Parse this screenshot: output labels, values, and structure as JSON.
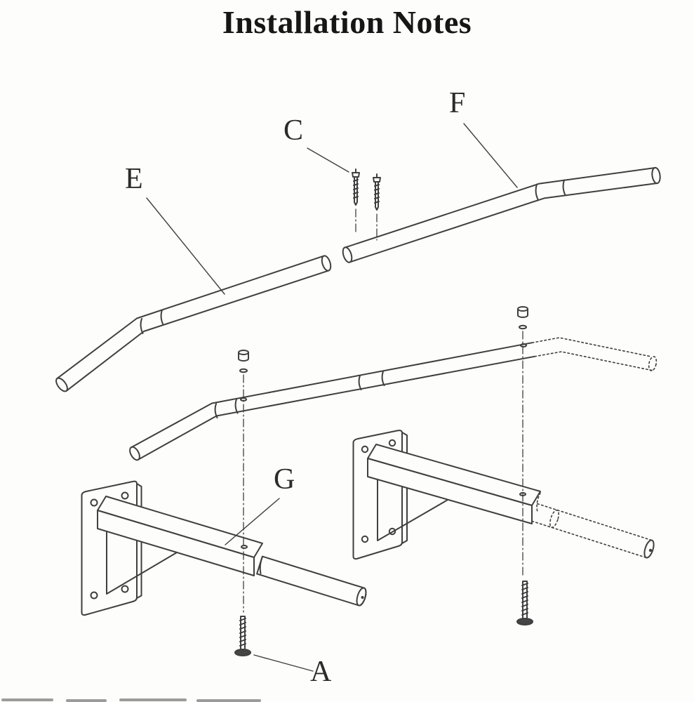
{
  "title": "Installation Notes",
  "parts": {
    "c": {
      "label": "C"
    },
    "f": {
      "label": "F"
    },
    "e": {
      "label": "E"
    },
    "g": {
      "label": "G"
    },
    "a": {
      "label": "A"
    }
  },
  "colors": {
    "line": "#3f3f3f",
    "text": "#1a1a1a",
    "background": "#fdfdfb"
  }
}
